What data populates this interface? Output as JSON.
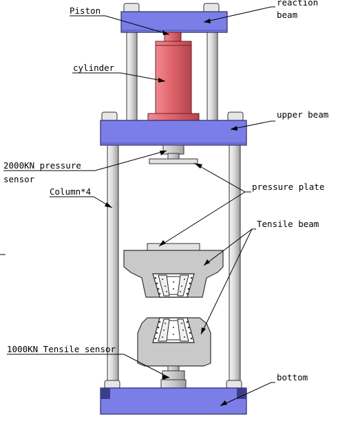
{
  "labels": {
    "piston": "Piston",
    "reaction_beam_1": "reaction",
    "reaction_beam_2": "beam",
    "cylinder": "cylinder",
    "upper_beam": "upper beam",
    "pressure_sensor_1": "2000KN pressure",
    "pressure_sensor_2": "sensor",
    "columns": "Column*4",
    "pressure_plate": "pressure plate",
    "tensile_beam": "Tensile beam",
    "tensile_sensor": "1000KN Tensile sensor",
    "bottom": "bottom"
  },
  "colors": {
    "beam_fill": "#7b7ee6",
    "beam_stroke": "#2a2a6a",
    "cylinder_fill": "#e0646c",
    "cylinder_dark": "#b8454c",
    "column_fill": "#d8d8d8",
    "tensile_fill": "#c9c9c9",
    "line": "#000000"
  }
}
